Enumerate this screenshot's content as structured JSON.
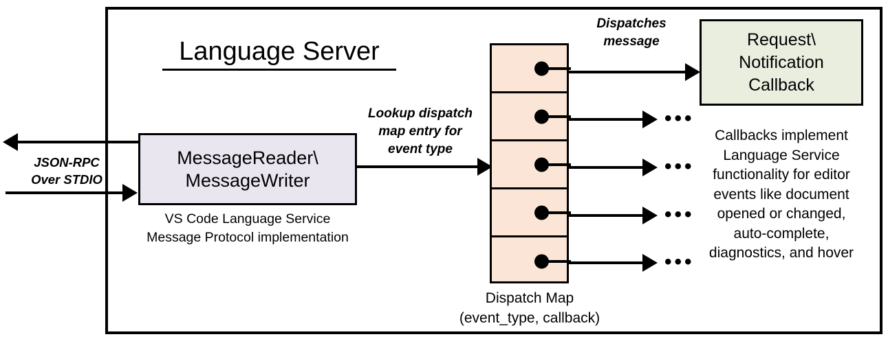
{
  "diagram": {
    "title": "Language Server",
    "frame_label": "language-server-boundary"
  },
  "io": {
    "label_line1": "JSON-RPC",
    "label_line2": "Over STDIO",
    "outbound_arrow": "arrow-left",
    "inbound_arrow": "arrow-right"
  },
  "message_box": {
    "line1": "MessageReader\\",
    "line2": "MessageWriter",
    "caption_line1": "VS Code Language Service",
    "caption_line2": "Message Protocol implementation",
    "fill": "#E9E6F0"
  },
  "lookup": {
    "line1": "Lookup dispatch",
    "line2": "map entry for",
    "line3": "event type"
  },
  "dispatch_map": {
    "caption_line1": "Dispatch Map",
    "caption_line2": "(event_type, callback)",
    "fill": "#FBE5D6",
    "cells": [
      {
        "index": 1,
        "dot": true
      },
      {
        "index": 2,
        "dot": true
      },
      {
        "index": 3,
        "dot": true
      },
      {
        "index": 4,
        "dot": true
      },
      {
        "index": 5,
        "dot": true
      }
    ]
  },
  "dispatches": {
    "line1": "Dispatches",
    "line2": "message"
  },
  "callback_box": {
    "line1": "Request\\",
    "line2": "Notification",
    "line3": "Callback",
    "fill": "#E9EEDF"
  },
  "callback_caption": {
    "line1": "Callbacks implement",
    "line2": "Language Service",
    "line3": "functionality for editor",
    "line4": "events like document",
    "line5": "opened or changed,",
    "line6": "auto-complete,",
    "line7": "diagnostics, and hover"
  },
  "ellipses": {
    "glyph": "•••",
    "count": 4
  },
  "colors": {
    "stroke": "#000000",
    "background": "#FFFFFF"
  }
}
